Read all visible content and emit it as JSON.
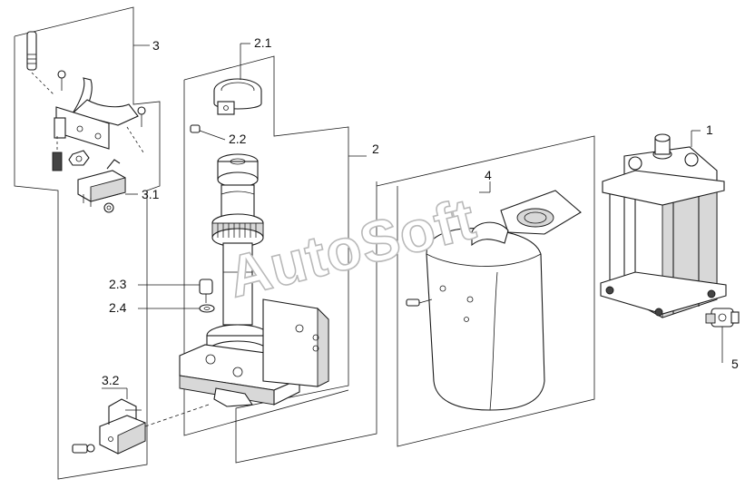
{
  "diagram": {
    "watermark": "AutoSoft",
    "labels": {
      "l1": "1",
      "l2": "2",
      "l2_1": "2.1",
      "l2_2": "2.2",
      "l2_3": "2.3",
      "l2_4": "2.4",
      "l3": "3",
      "l3_1": "3.1",
      "l3_2": "3.2",
      "l4": "4",
      "l5": "5"
    }
  }
}
